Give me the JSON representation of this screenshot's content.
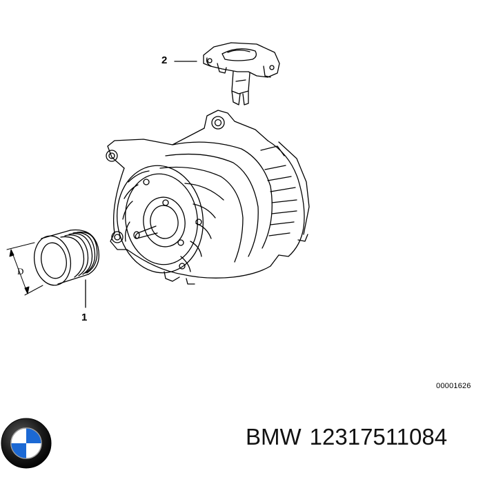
{
  "callouts": {
    "part_1": "1",
    "part_2": "2"
  },
  "dimension_label": "D",
  "reference_code": "00001626",
  "caption": {
    "brand": "BMW",
    "part_number": "12317511084"
  },
  "logo": {
    "icon": "bmw-roundel-icon",
    "colors": {
      "ring": "#1a1a1a",
      "blue": "#1c69d4",
      "white": "#ffffff"
    }
  },
  "line_color": "#000000"
}
